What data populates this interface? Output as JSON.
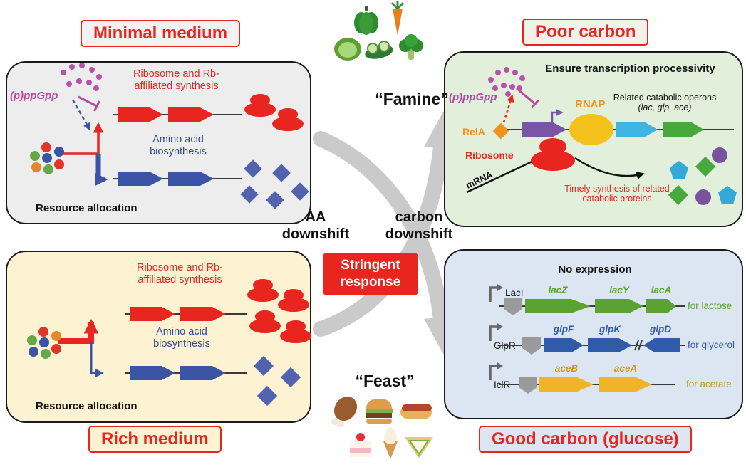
{
  "colors": {
    "accent_red": "#e8251f",
    "magenta_ppgpp": "#b5489f",
    "blue_operon": "#3b54a5",
    "panel_minimal_bg": "#ededed",
    "panel_poor_bg": "#e2efda",
    "panel_rich_bg": "#fdf3d2",
    "panel_good_bg": "#dbe6f2",
    "gray_arrow": "#cacaca",
    "rnap_yellow": "#f5c21d",
    "promoter_purple": "#7a55a5",
    "gene_cyan": "#3eb4e3",
    "gene_green": "#47a83b",
    "rela_orange": "#f0921e",
    "lac_green": "#5aa232",
    "glp_blue": "#2f5ba8",
    "ace_yellow": "#cf9418"
  },
  "center": {
    "famine": "“Famine”",
    "feast": "“Feast”",
    "aa_shift_line1": "AA",
    "aa_shift_line2": "downshift",
    "carbon_shift_line1": "carbon",
    "carbon_shift_line2": "downshift",
    "stringent_line1": "Stringent",
    "stringent_line2": "response"
  },
  "icons": {
    "famine": [
      "bell-pepper",
      "carrot",
      "lettuce",
      "cucumber",
      "broccoli"
    ],
    "feast": [
      "drumstick",
      "burger",
      "hot-dog",
      "cake",
      "ice-cream",
      "sandwich"
    ]
  },
  "minimal_medium": {
    "title": "Minimal medium",
    "ppgpp": "(p)ppGpp",
    "ribosome_line1": "Ribosome and Rb-",
    "ribosome_line2": "affiliated synthesis",
    "amino_line1": "Amino acid",
    "amino_line2": "biosynthesis",
    "resource": "Resource allocation"
  },
  "rich_medium": {
    "title": "Rich medium",
    "ribosome_line1": "Ribosome and Rb-",
    "ribosome_line2": "affiliated synthesis",
    "amino_line1": "Amino acid",
    "amino_line2": "biosynthesis",
    "resource": "Resource allocation"
  },
  "poor_carbon": {
    "title": "Poor carbon",
    "header": "Ensure transcription processivity",
    "ppgpp": "(p)ppGpp",
    "rnap": "RNAP",
    "note_line1": "Related catabolic operons",
    "note_line2": "(lac, glp, ace)",
    "rela": "RelA",
    "ribosome": "Ribosome",
    "mrna": "mRNA",
    "timely_line1": "Timely synthesis of related",
    "timely_line2": "catabolic proteins"
  },
  "good_carbon": {
    "title": "Good carbon (glucose)",
    "header": "No expression",
    "operons": [
      {
        "repressor": "LacI",
        "genes": [
          "lacZ",
          "lacY",
          "lacA"
        ],
        "product": "for lactose"
      },
      {
        "repressor": "GlpR",
        "genes": [
          "glpF",
          "glpK",
          "glpD"
        ],
        "product": "for glycerol"
      },
      {
        "repressor": "IclR",
        "genes": [
          "aceB",
          "aceA"
        ],
        "product": "for acetate"
      }
    ]
  }
}
